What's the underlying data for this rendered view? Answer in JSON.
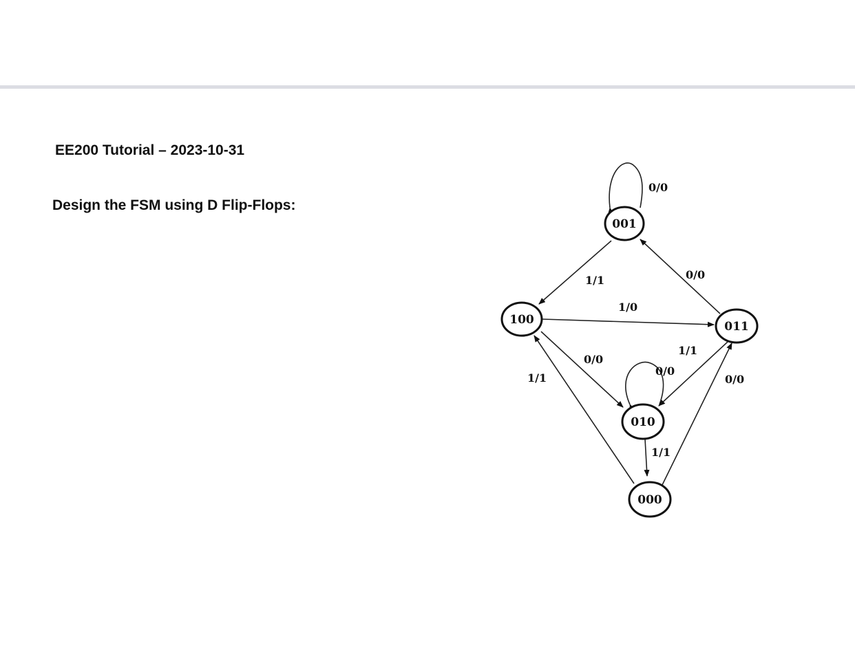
{
  "document": {
    "title": "EE200 Tutorial – 2023-10-31",
    "instruction": "Design the FSM using D Flip-Flops:"
  },
  "diagram": {
    "states": [
      {
        "id": "s001",
        "label": "001"
      },
      {
        "id": "s100",
        "label": "100"
      },
      {
        "id": "s011",
        "label": "011"
      },
      {
        "id": "s010",
        "label": "010"
      },
      {
        "id": "s000",
        "label": "000"
      }
    ],
    "transitions": [
      {
        "id": "t001_001",
        "from": "001",
        "to": "001",
        "label": "0/0"
      },
      {
        "id": "t001_100",
        "from": "001",
        "to": "100",
        "label": "1/1"
      },
      {
        "id": "t011_001",
        "from": "011",
        "to": "001",
        "label": "0/0"
      },
      {
        "id": "t100_011",
        "from": "100",
        "to": "011",
        "label": "1/0"
      },
      {
        "id": "t100_010",
        "from": "100",
        "to": "010",
        "label": "0/0"
      },
      {
        "id": "t000_100",
        "from": "000",
        "to": "100",
        "label": "1/1"
      },
      {
        "id": "t010_010",
        "from": "010",
        "to": "010",
        "label": "0/0"
      },
      {
        "id": "t011_010",
        "from": "011",
        "to": "010",
        "label": "1/1"
      },
      {
        "id": "t000_011",
        "from": "000",
        "to": "011",
        "label": "0/0"
      },
      {
        "id": "t010_000",
        "from": "010",
        "to": "000",
        "label": "1/1"
      }
    ]
  }
}
